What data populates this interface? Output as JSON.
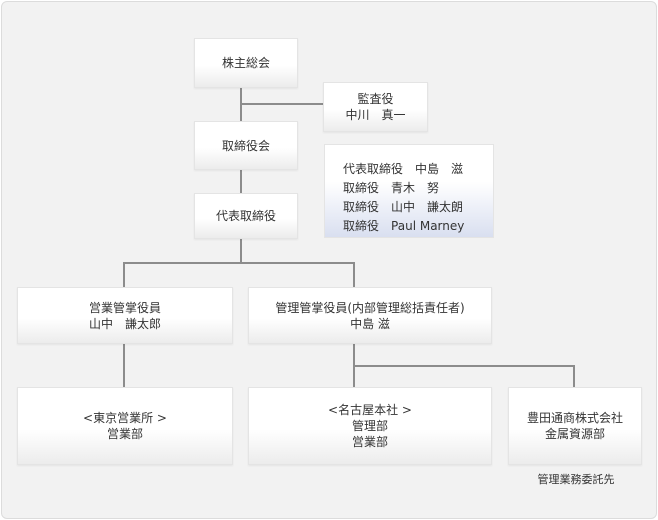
{
  "nodes": {
    "shareholders": "株主総会",
    "auditor_title": "監査役",
    "auditor_name": "中川　真一",
    "board": "取締役会",
    "representative": "代表取締役",
    "sales_officer_title": "営業管掌役員",
    "sales_officer_name": "山中　謙太郎",
    "admin_officer_title": "管理管掌役員(内部管理総括責任者)",
    "admin_officer_name": "中島 滋",
    "tokyo_office": "<東京営業所 >",
    "tokyo_sales": "営業部",
    "nagoya_hq": "<名古屋本社 >",
    "nagoya_admin": "管理部",
    "nagoya_sales": "営業部",
    "toyota_company": "豊田通商株式会社",
    "toyota_dept": "金属資源部"
  },
  "directors": [
    {
      "role": "代表取締役",
      "name": "中島　滋"
    },
    {
      "role": "取締役",
      "name": "青木　努"
    },
    {
      "role": "取締役",
      "name": "山中　謙太朗"
    },
    {
      "role": "取締役",
      "name": "Paul Marney"
    }
  ],
  "outsourcing_note": "管理業務委託先"
}
